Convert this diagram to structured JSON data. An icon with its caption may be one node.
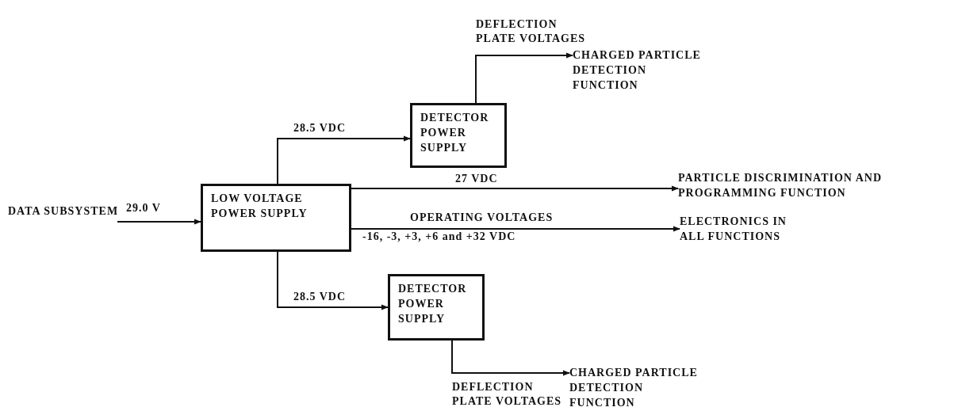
{
  "diagram": {
    "nodes": [
      {
        "text": [
          "DATA SUBSYSTEM"
        ]
      },
      {
        "text": [
          "LOW VOLTAGE POWER SUPPLY"
        ]
      },
      {
        "text": [
          "DETECTOR POWER SUPPLY"
        ]
      },
      {
        "text": [
          "DETECTOR POWER SUPPLY"
        ]
      },
      {
        "text": [
          "CHARGED PARTICLE DETECTION FUNCTION"
        ]
      },
      {
        "text": [
          "PARTICLE DISCRIMINATION AND PROGRAMMING FUNCTION"
        ]
      },
      {
        "text": [
          "ELECTRONICS IN ALL FUNCTIONS"
        ]
      },
      {
        "text": [
          "CHARGED PARTICLE DETECTION FUNCTION"
        ]
      }
    ],
    "edges": [
      {
        "from": 0,
        "to": 1,
        "arrow": "to",
        "label": "29.0 V"
      },
      {
        "from": 1,
        "to": 2,
        "arrow": "to",
        "label": "28.5 VDC"
      },
      {
        "from": 2,
        "to": 4,
        "arrow": "to",
        "label": "DEFLECTION PLATE VOLTAGES"
      },
      {
        "from": 1,
        "to": 5,
        "arrow": "to",
        "label": "27 VDC"
      },
      {
        "from": 1,
        "to": 6,
        "arrow": "to",
        "label": "OPERATING VOLTAGES"
      },
      {
        "from": 1,
        "to": 3,
        "arrow": "to",
        "label": "28.5 VDC"
      },
      {
        "from": 3,
        "to": 7,
        "arrow": "to",
        "label": "DEFLECTION PLATE VOLTAGES"
      }
    ],
    "labels": [
      "-16, -3, +3, +6  and +32 VDC"
    ]
  }
}
